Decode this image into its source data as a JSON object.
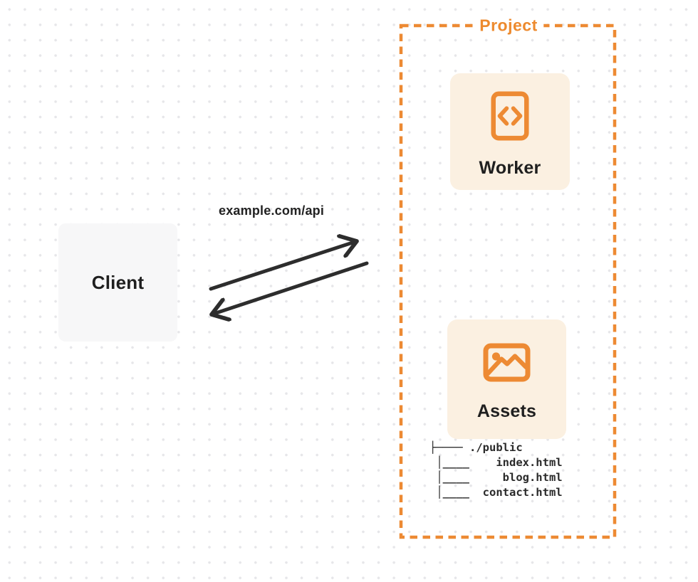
{
  "colors": {
    "accent_orange": "#ED8A33",
    "project_label_orange": "#ED8A2E",
    "card_cream": "#FBF0E1",
    "client_gray": "#F7F7F8",
    "arrow_dark": "#2D2D2D",
    "label_dark": "#1F1F1F",
    "grid_dot": "#E6E6E9"
  },
  "diagram": {
    "client": {
      "label": "Client"
    },
    "request_label": "example.com/api",
    "project": {
      "label": "Project",
      "nodes": [
        {
          "label": "Worker",
          "icon": "code-file-icon"
        },
        {
          "label": "Assets",
          "icon": "image-icon"
        }
      ],
      "file_tree": {
        "lines": [
          "├──── ./public",
          " │____    index.html",
          " │____     blog.html",
          " │____  contact.html"
        ]
      }
    }
  }
}
